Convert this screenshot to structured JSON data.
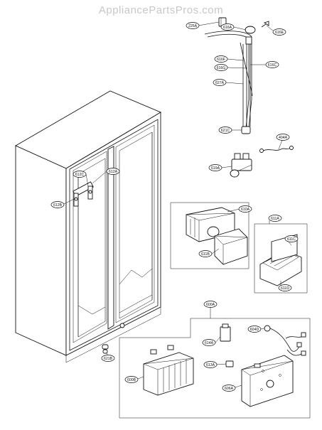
{
  "watermark": "AppliancePartsPros.com",
  "callouts": {
    "c225a": "225A",
    "c616a": "616A",
    "c616e": "616E",
    "c616f": "616F",
    "c616g": "616G",
    "c616c": "616C",
    "c627a": "627A",
    "c621c": "621C",
    "c404a": "404A",
    "c612c": "612C",
    "c612a": "612A",
    "c612b": "612B",
    "c619a": "619A",
    "c610a": "610A",
    "c611b": "611B",
    "c611a": "611A",
    "c611c": "611C",
    "c611d": "611D",
    "c600a": "600A",
    "c614a": "614A",
    "c604d": "604D",
    "c613a": "613A",
    "c600b": "600B",
    "c606a": "606A",
    "c621b": "621B"
  }
}
